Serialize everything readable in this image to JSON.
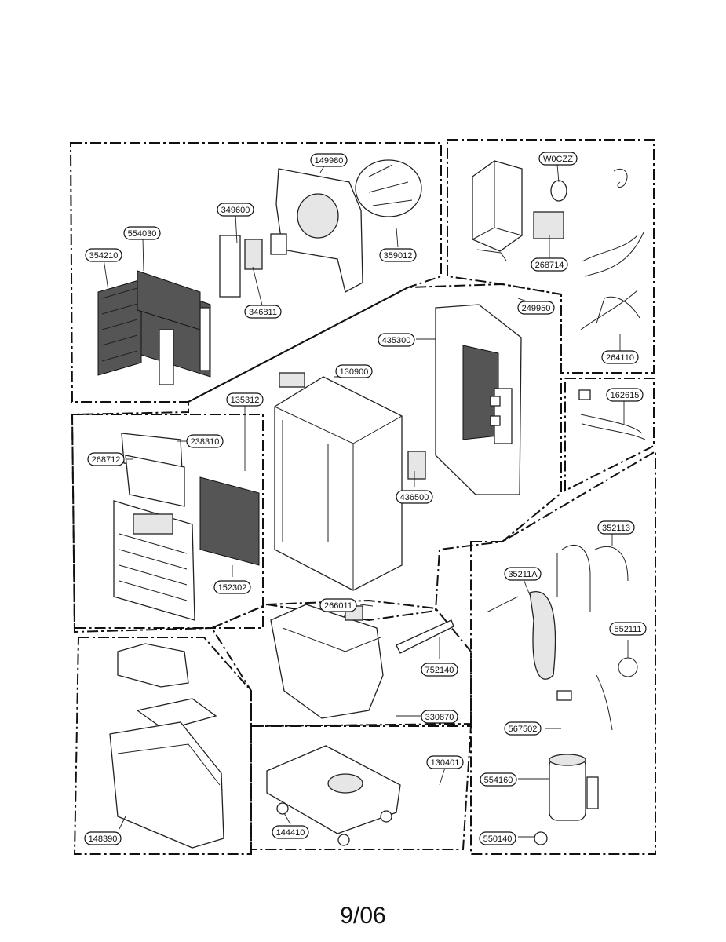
{
  "diagram": {
    "part_labels": [
      {
        "id": "149980"
      },
      {
        "id": "349600"
      },
      {
        "id": "554030"
      },
      {
        "id": "354210"
      },
      {
        "id": "359012"
      },
      {
        "id": "346811"
      },
      {
        "id": "W0CZZ"
      },
      {
        "id": "268714"
      },
      {
        "id": "249950"
      },
      {
        "id": "435300"
      },
      {
        "id": "264110"
      },
      {
        "id": "162615"
      },
      {
        "id": "130900"
      },
      {
        "id": "135312"
      },
      {
        "id": "238310"
      },
      {
        "id": "268712"
      },
      {
        "id": "436500"
      },
      {
        "id": "152302"
      },
      {
        "id": "352113"
      },
      {
        "id": "35211A"
      },
      {
        "id": "552111"
      },
      {
        "id": "266011"
      },
      {
        "id": "752140"
      },
      {
        "id": "330870"
      },
      {
        "id": "567502"
      },
      {
        "id": "130401"
      },
      {
        "id": "554160"
      },
      {
        "id": "144410"
      },
      {
        "id": "550140"
      },
      {
        "id": "148390"
      }
    ]
  },
  "footer": {
    "page_date": "9/06"
  }
}
